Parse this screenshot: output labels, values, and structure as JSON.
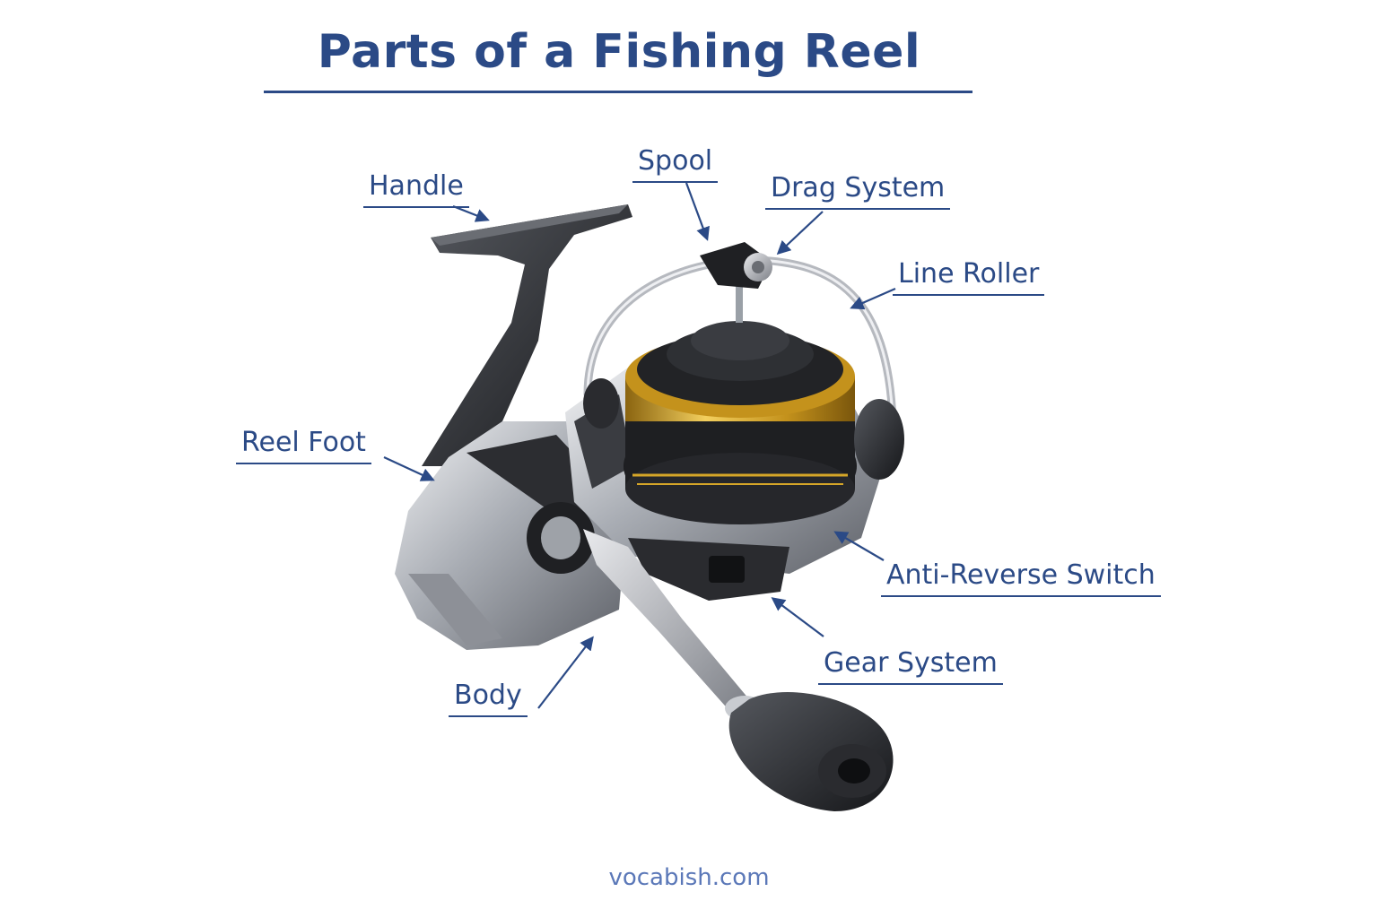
{
  "title": "Parts of a Fishing Reel",
  "labels": {
    "handle": "Handle",
    "spool": "Spool",
    "drag_system": "Drag System",
    "line_roller": "Line Roller",
    "reel_foot": "Reel Foot",
    "anti_reverse_switch": "Anti-Reverse Switch",
    "gear_system": "Gear System",
    "body": "Body"
  },
  "footer": "vocabish.com",
  "colors": {
    "label": "#2b4a86",
    "footer": "#5b78b8",
    "spool_gold": "#d6a628",
    "reel_black": "#1e1f22",
    "reel_silver": "#b9bcc2"
  }
}
